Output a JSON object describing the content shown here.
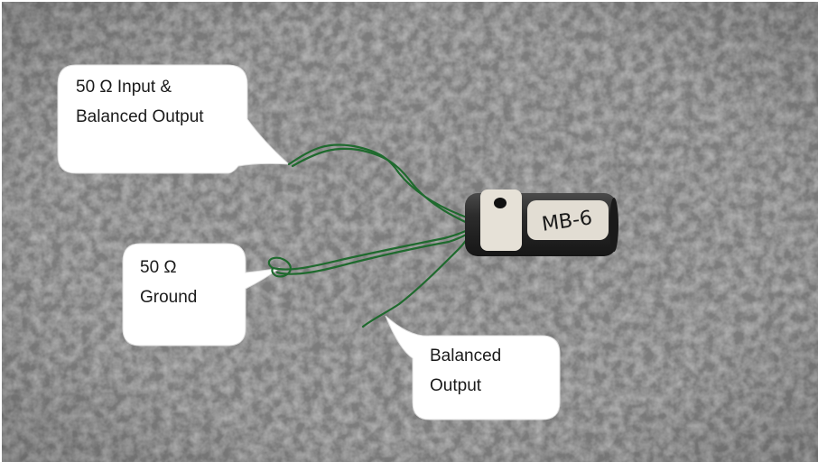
{
  "scene": {
    "background_color": "#7b7b7b",
    "wire_color": "#1f6a2e",
    "core_color": "#2c2c2c",
    "label_color": "#e2ddd3"
  },
  "component_label": {
    "text": "MB-6"
  },
  "callouts": [
    {
      "lines": [
        "50 Ω Input &",
        "Balanced Output"
      ]
    },
    {
      "lines": [
        "50 Ω",
        "Ground"
      ]
    },
    {
      "lines": [
        "Balanced",
        "Output"
      ]
    }
  ]
}
